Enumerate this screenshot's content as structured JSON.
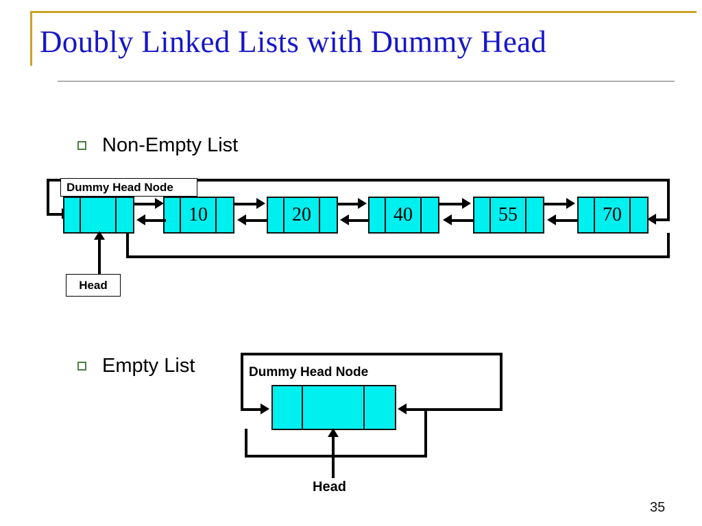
{
  "slide": {
    "title": "Doubly Linked Lists with Dummy Head",
    "page_number": "35",
    "accent_color": "#c9a227",
    "title_color": "#1616c8",
    "node_color": "#00efef",
    "bullet_color": "#4a7c3f"
  },
  "sections": [
    {
      "bullet": "Non-Empty List",
      "dummy_label": "Dummy Head Node",
      "head_label": "Head",
      "nodes": [
        {
          "value": "",
          "is_dummy": true
        },
        {
          "value": "10",
          "is_dummy": false
        },
        {
          "value": "20",
          "is_dummy": false
        },
        {
          "value": "40",
          "is_dummy": false
        },
        {
          "value": "55",
          "is_dummy": false
        },
        {
          "value": "70",
          "is_dummy": false
        }
      ]
    },
    {
      "bullet": "Empty List",
      "dummy_label": "Dummy Head Node",
      "head_label": "Head",
      "nodes": [
        {
          "value": "",
          "is_dummy": true
        }
      ]
    }
  ]
}
